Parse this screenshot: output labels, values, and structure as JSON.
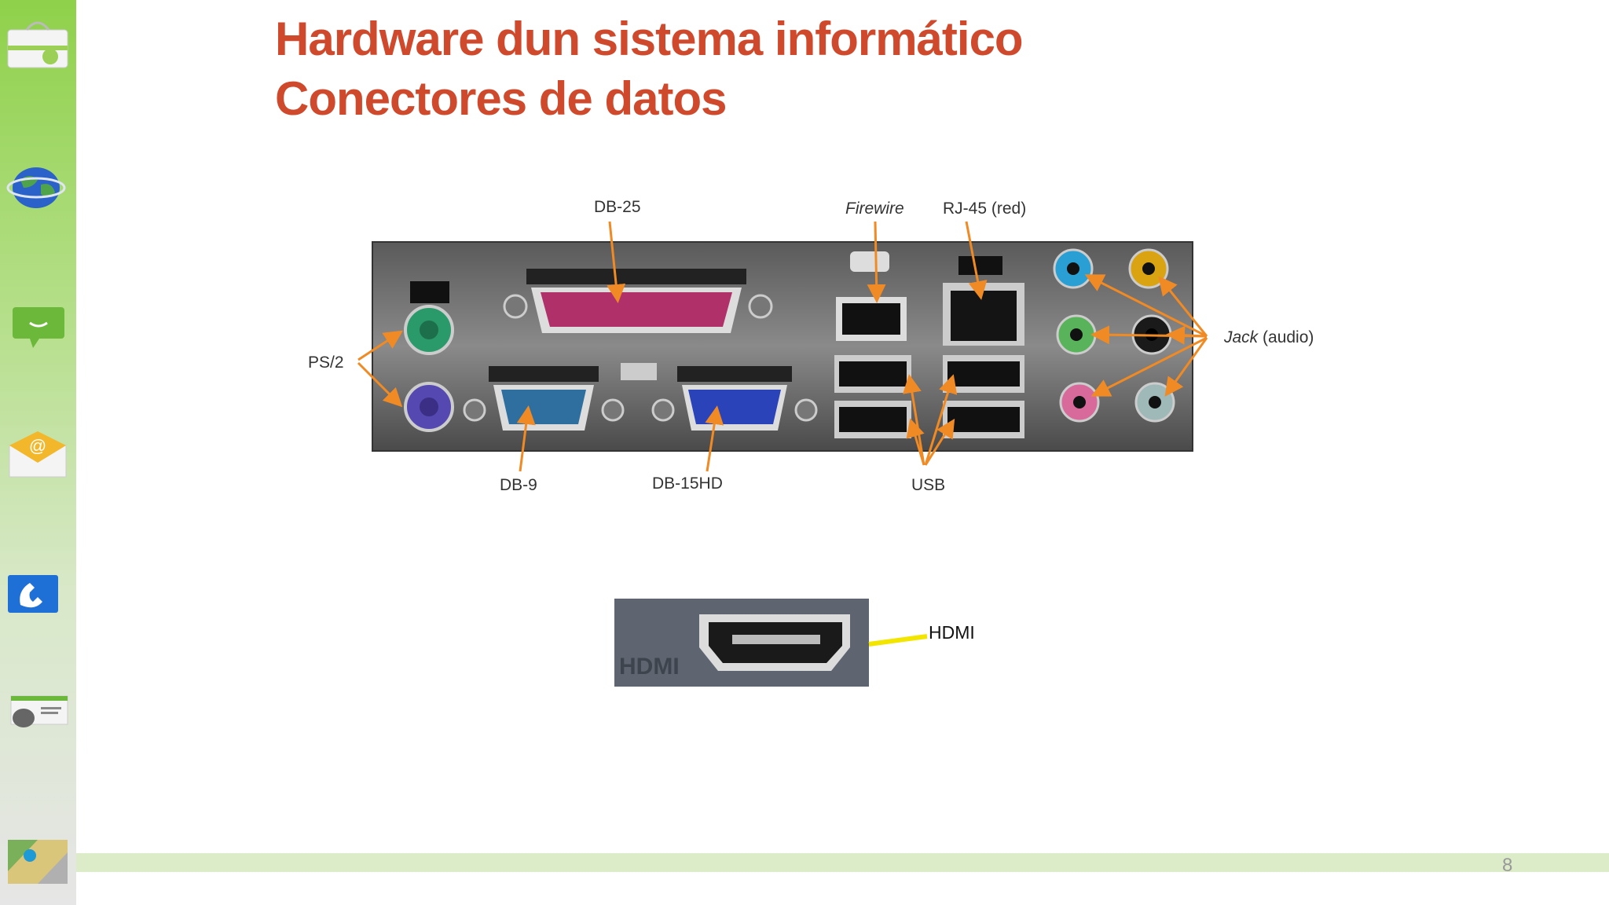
{
  "slide": {
    "title_line1": "Hardware dun sistema informático",
    "title_line2": "Conectores de datos",
    "page_number": "8"
  },
  "sidebar": {
    "icons": [
      "android-market-icon",
      "browser-globe-icon",
      "sms-chat-icon",
      "email-icon",
      "phone-icon",
      "android-manual-icon",
      "maps-icon"
    ]
  },
  "diagram": {
    "labels": {
      "db25": "DB-25",
      "firewire": "Firewire",
      "rj45": "RJ-45 (red)",
      "ps2": "PS/2",
      "jack_italic": "Jack",
      "jack_rest": "(audio)",
      "db9": "DB-9",
      "db15hd": "DB-15HD",
      "usb": "USB"
    },
    "hdmi_label": "HDMI",
    "hdmi_port_print": "HDMI"
  },
  "colors": {
    "title": "#cf4a2c",
    "arrow": "#f08a24",
    "hdmi_pointer": "#f2e600",
    "sidebar_green": "#8fd14a"
  }
}
